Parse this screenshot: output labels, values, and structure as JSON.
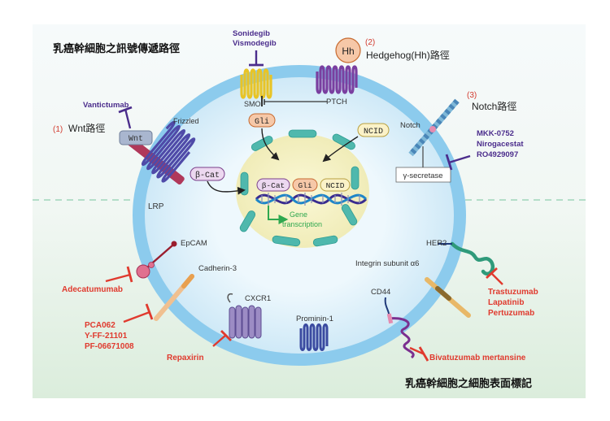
{
  "headers": {
    "signaling_title": "乳癌幹細胞之訊號傳遞路徑",
    "markers_title": "乳癌幹細胞之細胞表面標記"
  },
  "pathways": {
    "wnt": {
      "number": "(1)",
      "name": "Wnt路徑"
    },
    "hh": {
      "number": "(2)",
      "name": "Hedgehog(Hh)路徑",
      "ligand": "Hh"
    },
    "notch": {
      "number": "(3)",
      "name": "Notch路徑"
    }
  },
  "molecules": {
    "wnt": "Wnt",
    "frizzled": "Frizzled",
    "lrp": "LRP",
    "smo": "SMO",
    "ptch": "PTCH",
    "notch": "Notch",
    "gamma_secretase": "γ-secretase",
    "gli": "Gli",
    "ncid": "NCID",
    "beta_cat": "β-Cat",
    "nuc_beta_cat": "β-Cat",
    "nuc_gli": "Gli",
    "nuc_ncid": "NCID",
    "gene_transcription_line1": "Gene",
    "gene_transcription_line2": "transcription"
  },
  "markers": {
    "epcam": "EpCAM",
    "cadherin3": "Cadherin-3",
    "cxcr1": "CXCR1",
    "prominin1": "Prominin-1",
    "cd44": "CD44",
    "integrin": "Integrin subunit α6",
    "her2": "HER2"
  },
  "drugs": {
    "vantictumab": "Vantictumab",
    "hh_inhibitors": [
      "Sonidegib",
      "Vismodegib"
    ],
    "notch_inhibitors": [
      "MKK-0752",
      "Nirogacestat",
      "RO4929097"
    ],
    "adecatumumab": "Adecatumumab",
    "cadherin_inhibitors": [
      "PCA062",
      "Y-FF-21101",
      "PF-06671008"
    ],
    "repaxirin": "Repaxirin",
    "bivatuzumab": "Bivatuzumab mertansine",
    "her2_inhibitors": [
      "Trastuzumab",
      "Lapatinib",
      "Pertuzumab"
    ]
  },
  "colors": {
    "membrane": "#7ec4ea",
    "cytoplasm": "#dff1fb",
    "nucleus": "#f7f4c6",
    "inhibitor_purple": "#4b2d8c",
    "inhibitor_red": "#e03a2e",
    "background_bottom": "#e2efe3"
  }
}
